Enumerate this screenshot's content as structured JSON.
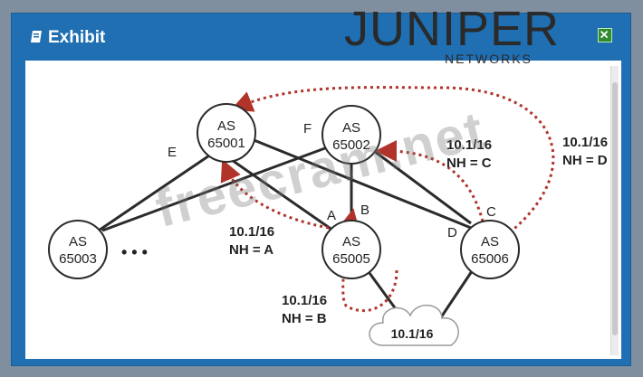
{
  "window": {
    "title": "Exhibit",
    "title_icon": "exhibit-icon",
    "close_icon": "close-icon"
  },
  "brand": {
    "logo_text": "JUNIPER",
    "logo_subtext": "NETWORKS"
  },
  "watermark": "freecram.net",
  "diagram": {
    "nodes": {
      "as65001": {
        "line1": "AS",
        "line2": "65001"
      },
      "as65002": {
        "line1": "AS",
        "line2": "65002"
      },
      "as65003": {
        "line1": "AS",
        "line2": "65003"
      },
      "as65005": {
        "line1": "AS",
        "line2": "65005"
      },
      "as65006": {
        "line1": "AS",
        "line2": "65006"
      },
      "cloud": {
        "label": "10.1/16"
      }
    },
    "link_labels": {
      "A": "A",
      "B": "B",
      "C": "C",
      "D": "D",
      "E": "E",
      "F": "F"
    },
    "ellipsis": "• • •",
    "annotations": {
      "a": {
        "line1": "10.1/16",
        "line2": "NH = A"
      },
      "b": {
        "line1": "10.1/16",
        "line2": "NH = B"
      },
      "c": {
        "line1": "10.1/16",
        "line2": "NH = C"
      },
      "d": {
        "line1": "10.1/16",
        "line2": "NH = D"
      }
    },
    "colors": {
      "link": "#2b2b2b",
      "dotted": "#b0342a",
      "node_fill": "#ffffff",
      "cloud_fill": "#ffffff"
    }
  }
}
